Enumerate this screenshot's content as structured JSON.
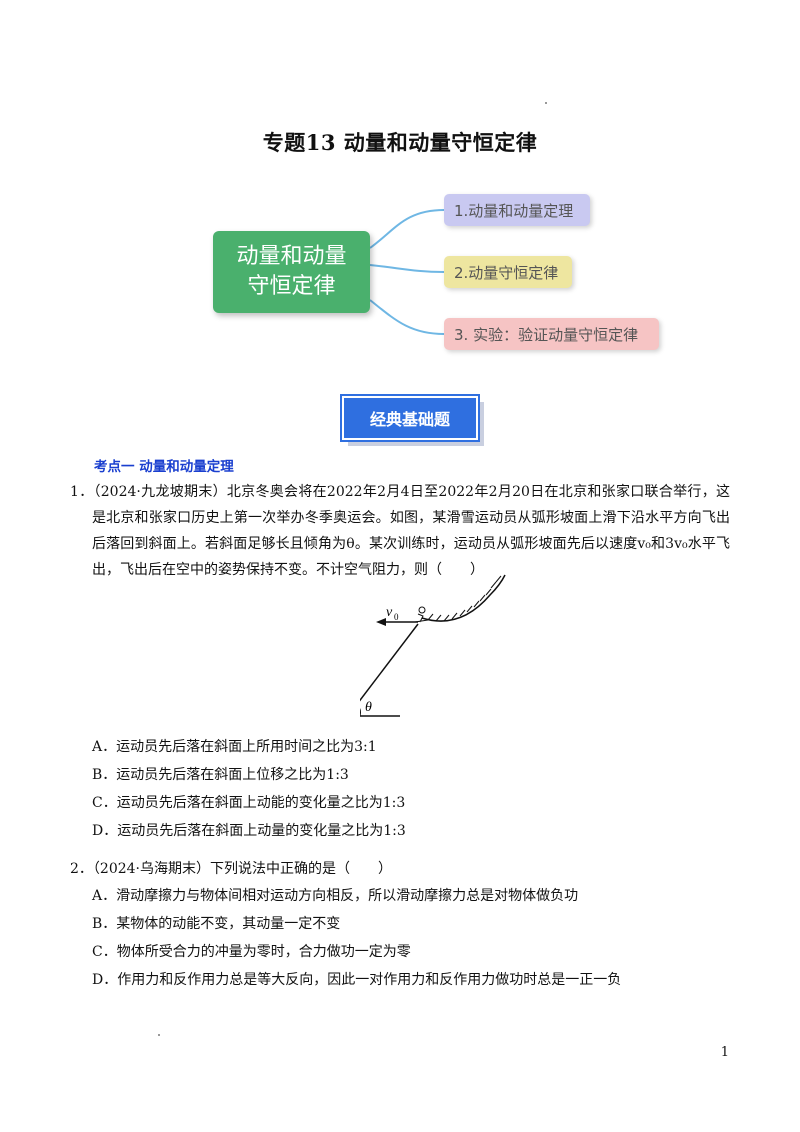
{
  "title": "专题13  动量和动量守恒定律",
  "mindmap": {
    "center_line1": "动量和动量",
    "center_line2": "守恒定律",
    "branches": [
      "1.动量和动量定理",
      "2.动量守恒定律",
      "3. 实验：验证动量守恒定律"
    ]
  },
  "badge": "经典基础题",
  "section": "考点一  动量和动量定理",
  "q1": {
    "text": "1．（2024·九龙坡期末）北京冬奥会将在2022年2月4日至2022年2月20日在北京和张家口联合举行，这是北京和张家口历史上第一次举办冬季奥运会。如图，某滑雪运动员从弧形坡面上滑下沿水平方向飞出后落回到斜面上。若斜面足够长且倾角为θ。某次训练时，运动员从弧形坡面先后以速度v₀和3v₀水平飞出，飞出后在空中的姿势保持不变。不计空气阻力，则（　　）",
    "figure_labels": {
      "velocity": "v",
      "subscript": "0",
      "angle": "θ"
    },
    "options": [
      "A．运动员先后落在斜面上所用时间之比为3:1",
      "B．运动员先后落在斜面上位移之比为1:3",
      "C．运动员先后落在斜面上动能的变化量之比为1:3",
      "D．运动员先后落在斜面上动量的变化量之比为1:3"
    ]
  },
  "q2": {
    "text": "2．（2024·乌海期末）下列说法中正确的是（　　）",
    "options": [
      "A．滑动摩擦力与物体间相对运动方向相反，所以滑动摩擦力总是对物体做负功",
      "B．某物体的动能不变，其动量一定不变",
      "C．物体所受合力的冲量为零时，合力做功一定为零",
      "D．作用力和反作用力总是等大反向，因此一对作用力和反作用力做功时总是一正一负"
    ]
  },
  "page_number": "1"
}
